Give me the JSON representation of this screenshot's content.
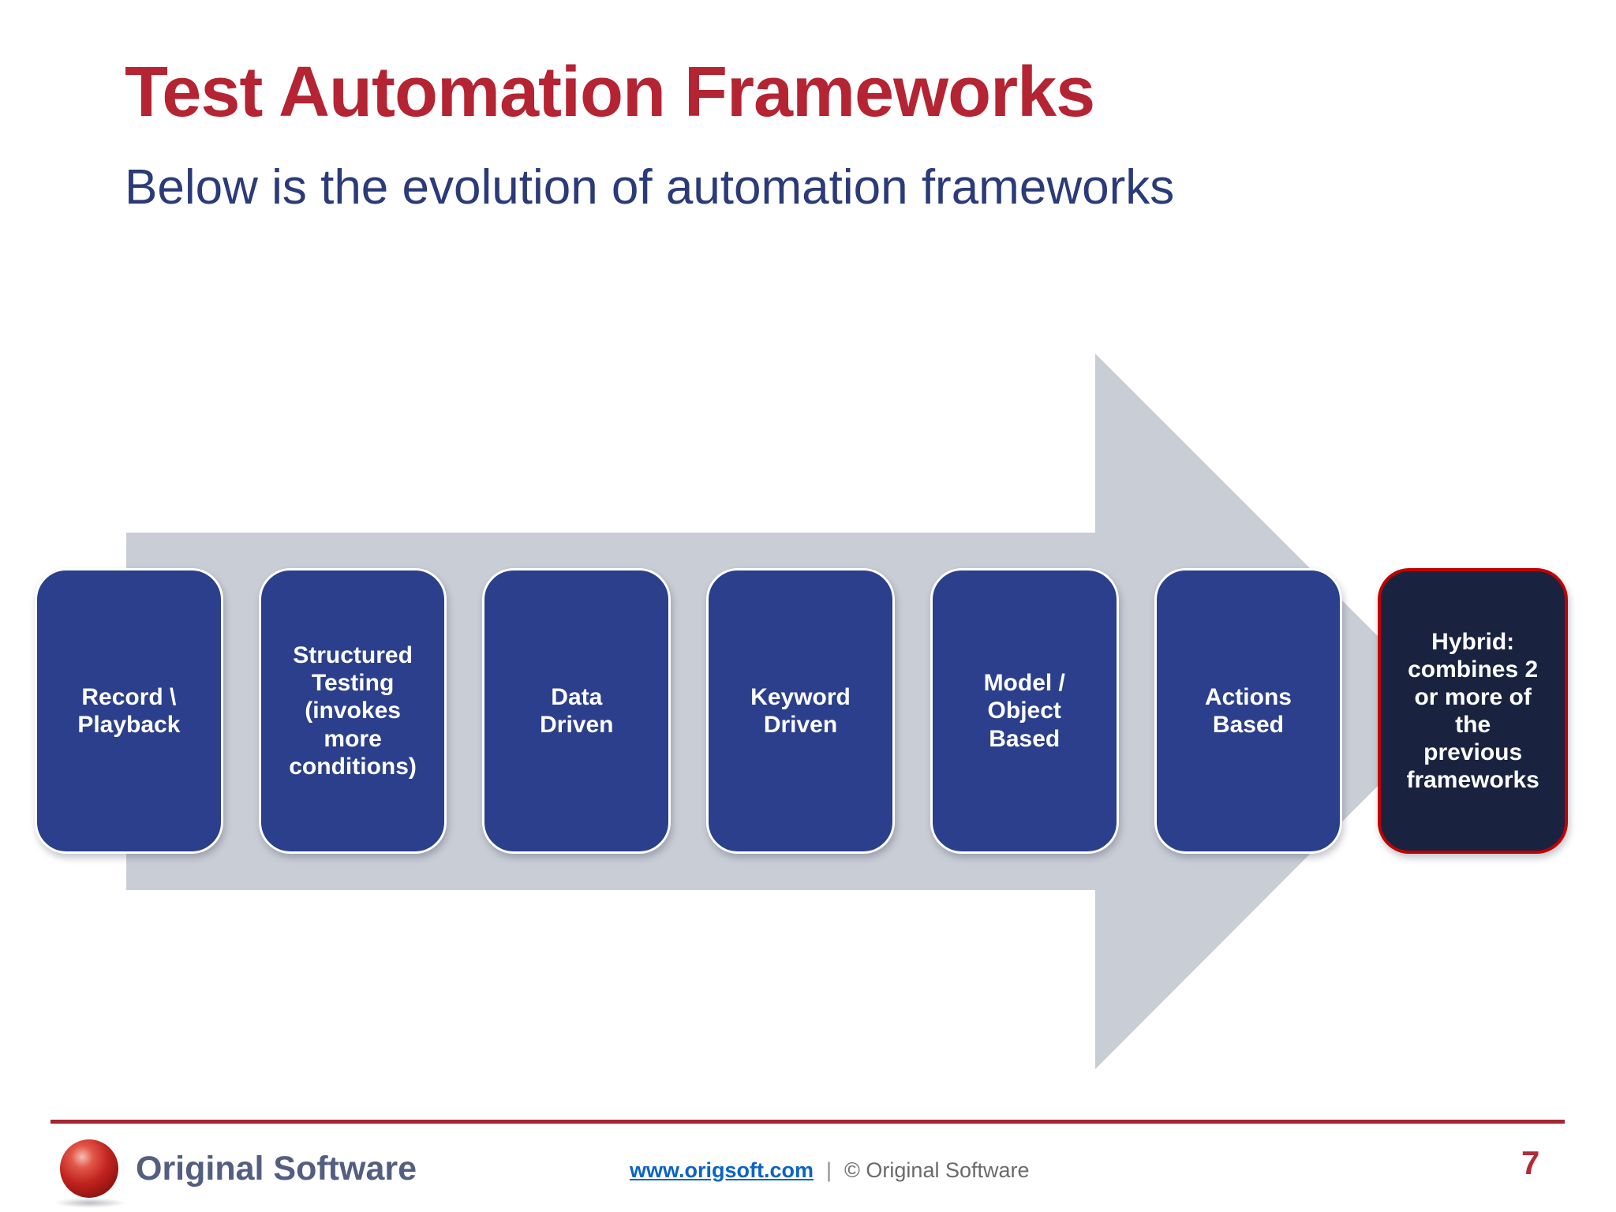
{
  "slide": {
    "title": "Test Automation Frameworks",
    "subtitle": "Below is the evolution of automation frameworks",
    "page_number": "7"
  },
  "colors": {
    "title_red": "#B42433",
    "subtitle_blue": "#2B3A78",
    "box_blue": "#2B3F8C",
    "hybrid_navy": "#192340",
    "hybrid_border_red": "#C00000",
    "arrow_gray": "#C9CDD6",
    "footer_line_red": "#A4262F",
    "link_blue": "#0B63C5",
    "footer_gray": "#6A6A6A",
    "page_number_red": "#AF2C38",
    "logo_text_slate": "#535E80"
  },
  "diagram": {
    "arrow": {
      "description": "light gray right-pointing evolution arrow behind boxes",
      "color": "#C9CDD6"
    },
    "boxes": [
      {
        "label": "Record \\\nPlayback"
      },
      {
        "label": "Structured\nTesting\n(invokes\nmore\nconditions)"
      },
      {
        "label": "Data\nDriven"
      },
      {
        "label": "Keyword\nDriven"
      },
      {
        "label": "Model /\nObject\nBased"
      },
      {
        "label": "Actions\nBased"
      },
      {
        "label": "Hybrid:\ncombines 2\nor more of\nthe\nprevious\nframeworks",
        "highlight": true
      }
    ]
  },
  "footer": {
    "logo_text": "Original Software",
    "link_label": "www.origsoft.com",
    "separator": "|",
    "copyright": "© Original Software"
  }
}
